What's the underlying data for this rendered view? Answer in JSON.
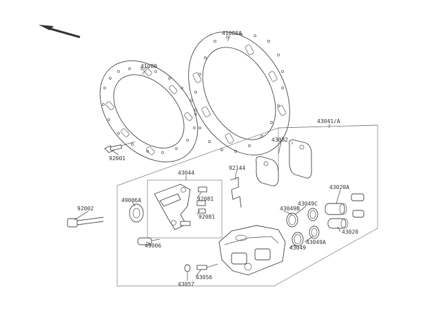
{
  "labels": {
    "disc": "41080",
    "disc_a": "41080A",
    "caliper_assy": "43041/A",
    "pad_set": "43082",
    "holder": "43044",
    "pin_spring": "92144",
    "bolt_small": "92001",
    "bolt_long": "92002",
    "boot_a": "49006A",
    "boot": "49006",
    "bleeder_1": "92081",
    "bleeder_2": "92081",
    "piston_a": "43020A",
    "piston": "43020",
    "seal_c": "43049C",
    "seal_b": "43049B",
    "seal_a": "43049A",
    "seal": "43049",
    "valve": "43056",
    "cap": "43057"
  },
  "colors": {
    "line": "#555555",
    "text": "#333333",
    "background": "#ffffff"
  }
}
